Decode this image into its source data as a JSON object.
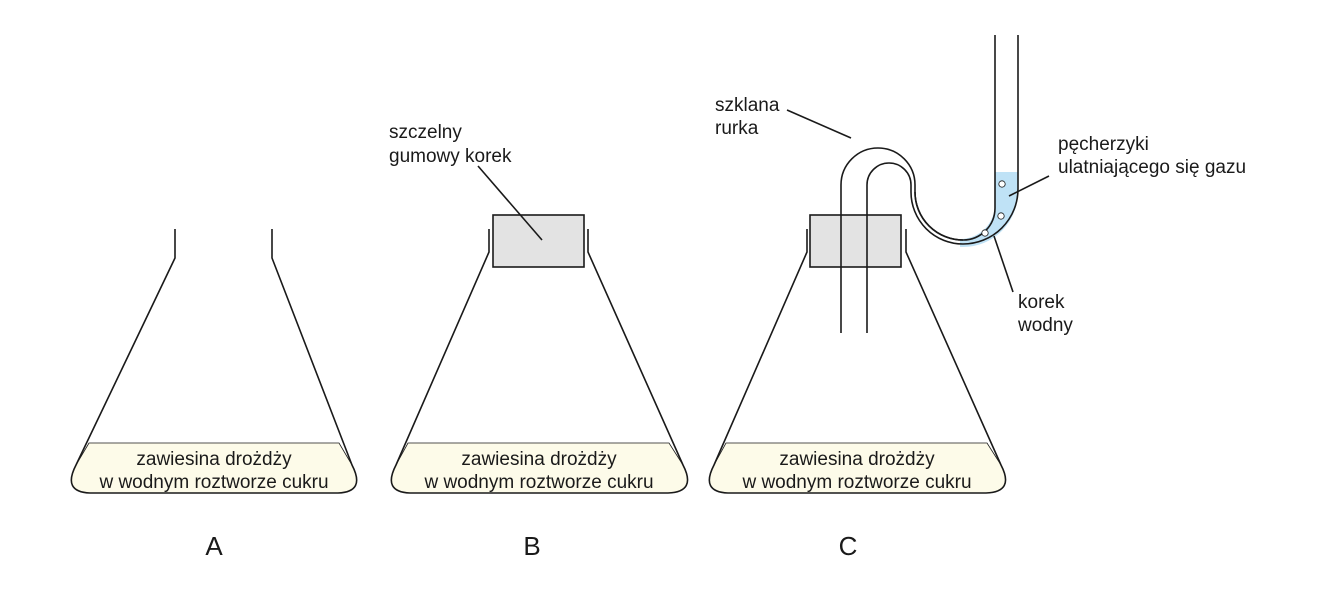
{
  "flasks": [
    {
      "caption": "A",
      "solution": [
        "zawiesina drożdży",
        "w wodnym roztworze cukru"
      ]
    },
    {
      "caption": "B",
      "solution": [
        "zawiesina drożdży",
        "w wodnym roztworze cukru"
      ]
    },
    {
      "caption": "C",
      "solution": [
        "zawiesina drożdży",
        "w wodnym roztworze cukru"
      ]
    }
  ],
  "labels": {
    "stopper": [
      "szczelny",
      "gumowy korek"
    ],
    "tube": [
      "szklana",
      "rurka"
    ],
    "bubbles": [
      "pęcherzyki",
      "ulatniającego się gazu"
    ],
    "water_seal": [
      "korek",
      "wodny"
    ]
  },
  "colors": {
    "liquid": "#fdfbe9",
    "stopper": "#e3e3e3",
    "water": "#bfe2f6",
    "outline": "#1a1a1a"
  }
}
